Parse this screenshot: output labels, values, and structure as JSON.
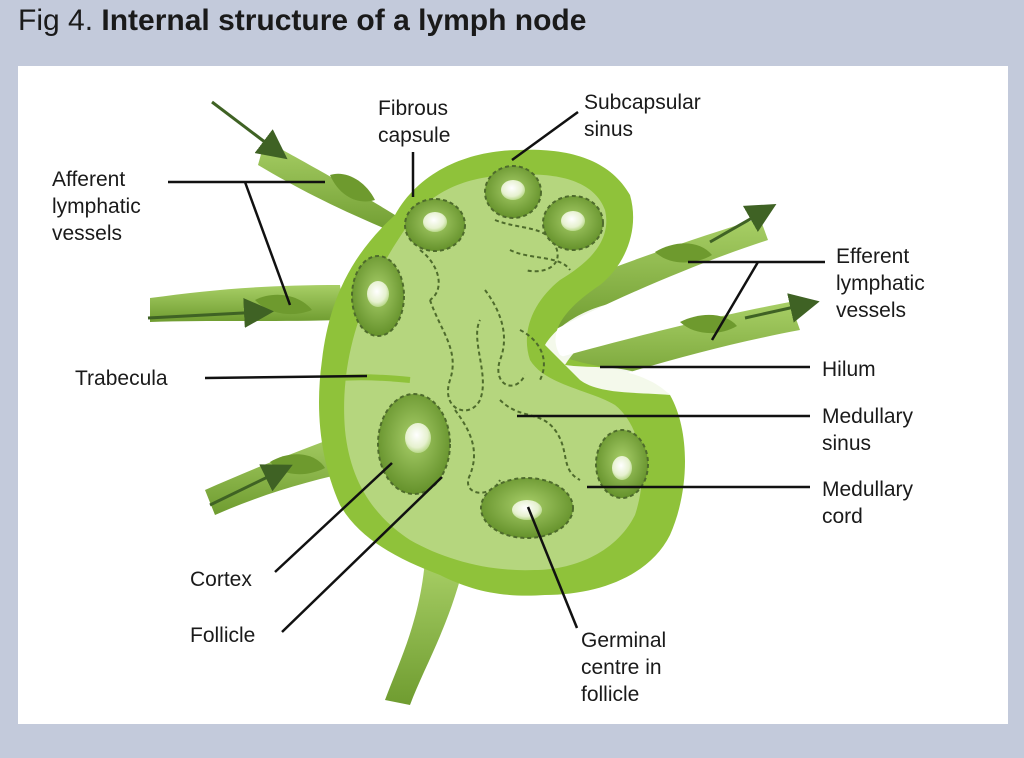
{
  "title": {
    "number": "Fig 4.",
    "text": "Internal structure of a lymph node"
  },
  "labels": {
    "afferent": [
      "Afferent",
      "lymphatic",
      "vessels"
    ],
    "fibrous_capsule": [
      "Fibrous",
      "capsule"
    ],
    "subcapsular_sinus": [
      "Subcapsular",
      "sinus"
    ],
    "efferent": [
      "Efferent",
      "lymphatic",
      "vessels"
    ],
    "trabecula": [
      "Trabecula"
    ],
    "hilum": [
      "Hilum"
    ],
    "medullary_sinus": [
      "Medullary",
      "sinus"
    ],
    "medullary_cord": [
      "Medullary",
      "cord"
    ],
    "cortex": [
      "Cortex"
    ],
    "follicle": [
      "Follicle"
    ],
    "germinal_centre": [
      "Germinal",
      "centre in",
      "follicle"
    ]
  },
  "colors": {
    "background": "#c3cadb",
    "panel": "#ffffff",
    "capsule_green": "#8fc23a",
    "cortex_green": "#b5d67e",
    "follicle_dark": "#6e9a2e",
    "vessel_green": "#7aa83a",
    "arrow": "#3f6224",
    "leader_line": "#111111"
  }
}
